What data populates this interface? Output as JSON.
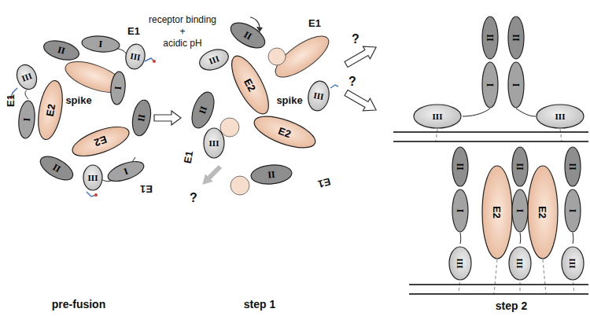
{
  "diagram": {
    "nodes": [
      {
        "text": [
          "E2"
        ]
      },
      {
        "text": [
          "E2"
        ]
      },
      {
        "text": [
          "II"
        ]
      },
      {
        "text": [
          "I"
        ]
      },
      {
        "text": [
          "III"
        ]
      },
      {
        "text": [
          "II"
        ]
      },
      {
        "text": [
          "I"
        ]
      },
      {
        "text": [
          "III"
        ]
      },
      {
        "text": [
          "I"
        ]
      },
      {
        "text": [
          "II"
        ]
      },
      {
        "text": [
          "III"
        ]
      },
      {
        "text": [
          "I"
        ]
      },
      {
        "text": [
          "E2"
        ]
      },
      {
        "text": [
          "E2"
        ]
      },
      {
        "text": [
          "II"
        ]
      },
      {
        "text": [
          "III"
        ]
      },
      {
        "text": [
          "II"
        ]
      },
      {
        "text": [
          "III"
        ]
      },
      {
        "text": [
          "II"
        ]
      },
      {
        "text": [
          "III"
        ]
      },
      {
        "text": [
          "II"
        ]
      },
      {
        "text": [
          "I"
        ]
      },
      {
        "text": [
          "II"
        ]
      },
      {
        "text": [
          "I"
        ]
      },
      {
        "text": [
          "III"
        ]
      },
      {
        "text": [
          "III"
        ]
      },
      {
        "text": [
          "II"
        ]
      },
      {
        "text": [
          "I"
        ]
      },
      {
        "text": [
          "E2"
        ]
      },
      {
        "text": [
          "E2"
        ]
      },
      {
        "text": [
          "II"
        ]
      },
      {
        "text": [
          "I"
        ]
      },
      {
        "text": [
          "II"
        ]
      },
      {
        "text": [
          "I"
        ]
      },
      {
        "text": [
          "III"
        ]
      },
      {
        "text": [
          "III"
        ]
      },
      {
        "text": [
          "III"
        ]
      }
    ],
    "labels": [
      "receptor binding",
      "+",
      "acidic pH",
      "E1",
      "E1",
      "E1",
      "spike",
      "E1",
      "E1",
      "E1",
      "spike",
      "?",
      "?",
      "?",
      "pre-fusion",
      "step 1",
      "step 2"
    ]
  }
}
